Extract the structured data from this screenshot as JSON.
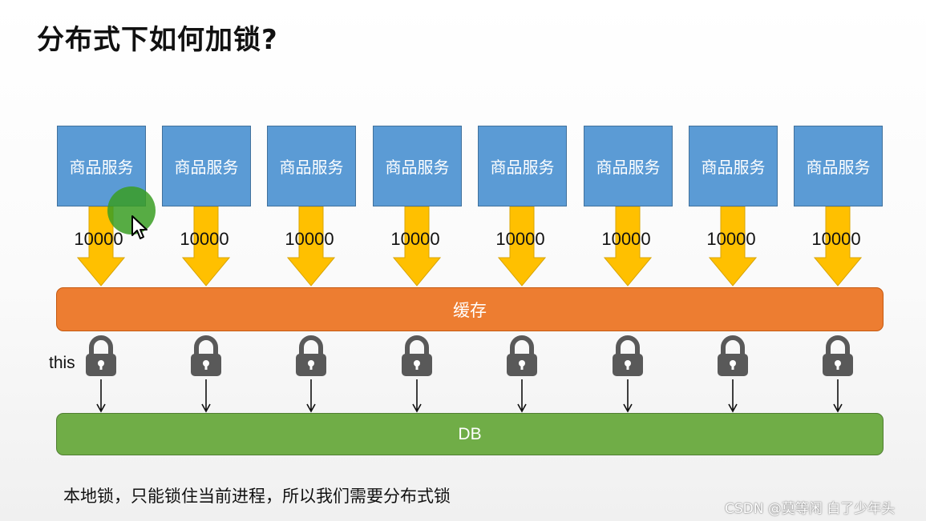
{
  "title": "分布式下如何加锁?",
  "services": [
    {
      "label": "商品服务",
      "qty": "10000"
    },
    {
      "label": "商品服务",
      "qty": "10000"
    },
    {
      "label": "商品服务",
      "qty": "10000"
    },
    {
      "label": "商品服务",
      "qty": "10000"
    },
    {
      "label": "商品服务",
      "qty": "10000"
    },
    {
      "label": "商品服务",
      "qty": "10000"
    },
    {
      "label": "商品服务",
      "qty": "10000"
    },
    {
      "label": "商品服务",
      "qty": "10000"
    }
  ],
  "cache_label": "缓存",
  "db_label": "DB",
  "lock_label": "this",
  "note": "本地锁，只能锁住当前进程，所以我们需要分布式锁",
  "watermark": "CSDN @莫等闲 白了少年头",
  "colors": {
    "service": "#5b9bd5",
    "arrow": "#ffc000",
    "cache": "#ed7d31",
    "db": "#70ad47",
    "lock": "#595959"
  },
  "icons": [
    "lock-icon",
    "down-arrow-icon",
    "cursor-icon"
  ]
}
